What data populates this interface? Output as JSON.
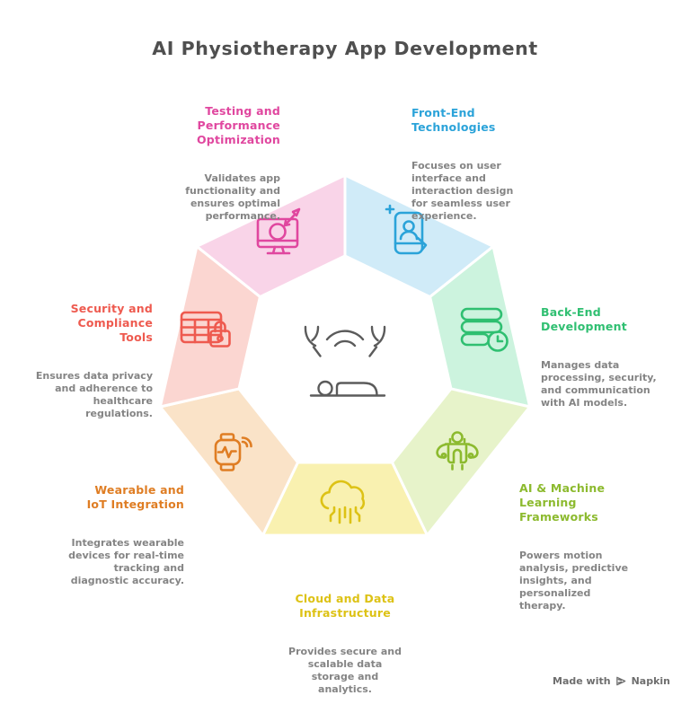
{
  "title": "AI Physiotherapy App Development",
  "colors": {
    "title": "#4f4f4f",
    "body_text": "#848484",
    "attribution": "#6e6e6e",
    "center_icon": "#5b5b5b"
  },
  "center": {
    "icon": "physiotherapy-hands-patient-icon"
  },
  "attribution": {
    "prefix": "Made with",
    "brand": "Napkin"
  },
  "segments": [
    {
      "name": "testing-performance-optimization",
      "label": "Testing and\nPerformance\nOptimization",
      "description": "Validates app\nfunctionality and\nensures optimal\nperformance.",
      "color": "#e0479f",
      "fill": "#f9d4e8",
      "icon": "monitor-target-icon"
    },
    {
      "name": "front-end-technologies",
      "label": "Front-End\nTechnologies",
      "description": "Focuses on user\ninterface and\ninteraction design\nfor seamless user\nexperience.",
      "color": "#2ba3d9",
      "fill": "#d0ebf8",
      "icon": "smartphone-user-icon"
    },
    {
      "name": "back-end-development",
      "label": "Back-End\nDevelopment",
      "description": "Manages data\nprocessing, security,\nand communication\nwith AI models.",
      "color": "#2fbf71",
      "fill": "#ccf3de",
      "icon": "server-clock-icon"
    },
    {
      "name": "ai-machine-learning-frameworks",
      "label": "AI & Machine\nLearning\nFrameworks",
      "description": "Powers motion\nanalysis, predictive\ninsights, and\npersonalized\ntherapy.",
      "color": "#8cba2e",
      "fill": "#e7f3ca",
      "icon": "body-motion-icon"
    },
    {
      "name": "cloud-and-data-infrastructure",
      "label": "Cloud and Data\nInfrastructure",
      "description": "Provides secure and\nscalable data\nstorage and\nanalytics.",
      "color": "#ddc215",
      "fill": "#f9f1b0",
      "icon": "cloud-circuit-icon"
    },
    {
      "name": "wearable-iot-integration",
      "label": "Wearable and\nIoT Integration",
      "description": "Integrates wearable\ndevices for real-time\ntracking and\ndiagnostic accuracy.",
      "color": "#df7d23",
      "fill": "#fae3c8",
      "icon": "smartwatch-signal-icon"
    },
    {
      "name": "security-compliance-tools",
      "label": "Security and\nCompliance\nTools",
      "description": "Ensures data privacy\nand adherence to\nhealthcare\nregulations.",
      "color": "#ee5a4f",
      "fill": "#fbd6d1",
      "icon": "table-lock-icon"
    }
  ]
}
